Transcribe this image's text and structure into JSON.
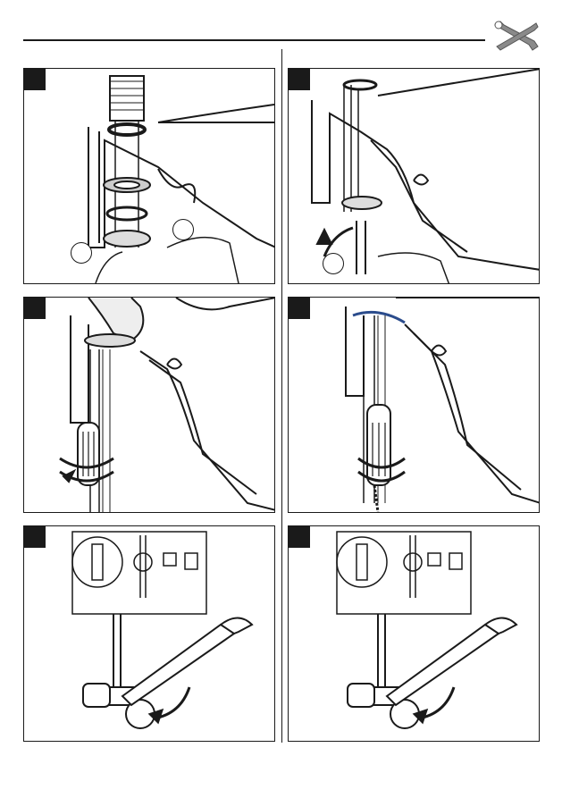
{
  "page": {
    "header_icon": "wrench-screwdriver-icon",
    "accent_color": "#1a1a1a"
  },
  "panels": [
    {
      "id": "step-1",
      "callouts": [
        "",
        ""
      ],
      "icon": "faucet-mounting-nut-icon"
    },
    {
      "id": "step-2",
      "callouts": [
        ""
      ],
      "icon": "faucet-hose-insert-icon"
    },
    {
      "id": "step-3",
      "callouts": [],
      "icon": "screwdriver-tighten-icon"
    },
    {
      "id": "step-4",
      "callouts": [],
      "icon": "screwdriver-tighten-icon"
    },
    {
      "id": "step-5",
      "callouts": [],
      "icon": "wrench-valve-connect-icon"
    },
    {
      "id": "step-6",
      "callouts": [],
      "icon": "wrench-valve-connect-icon"
    }
  ]
}
